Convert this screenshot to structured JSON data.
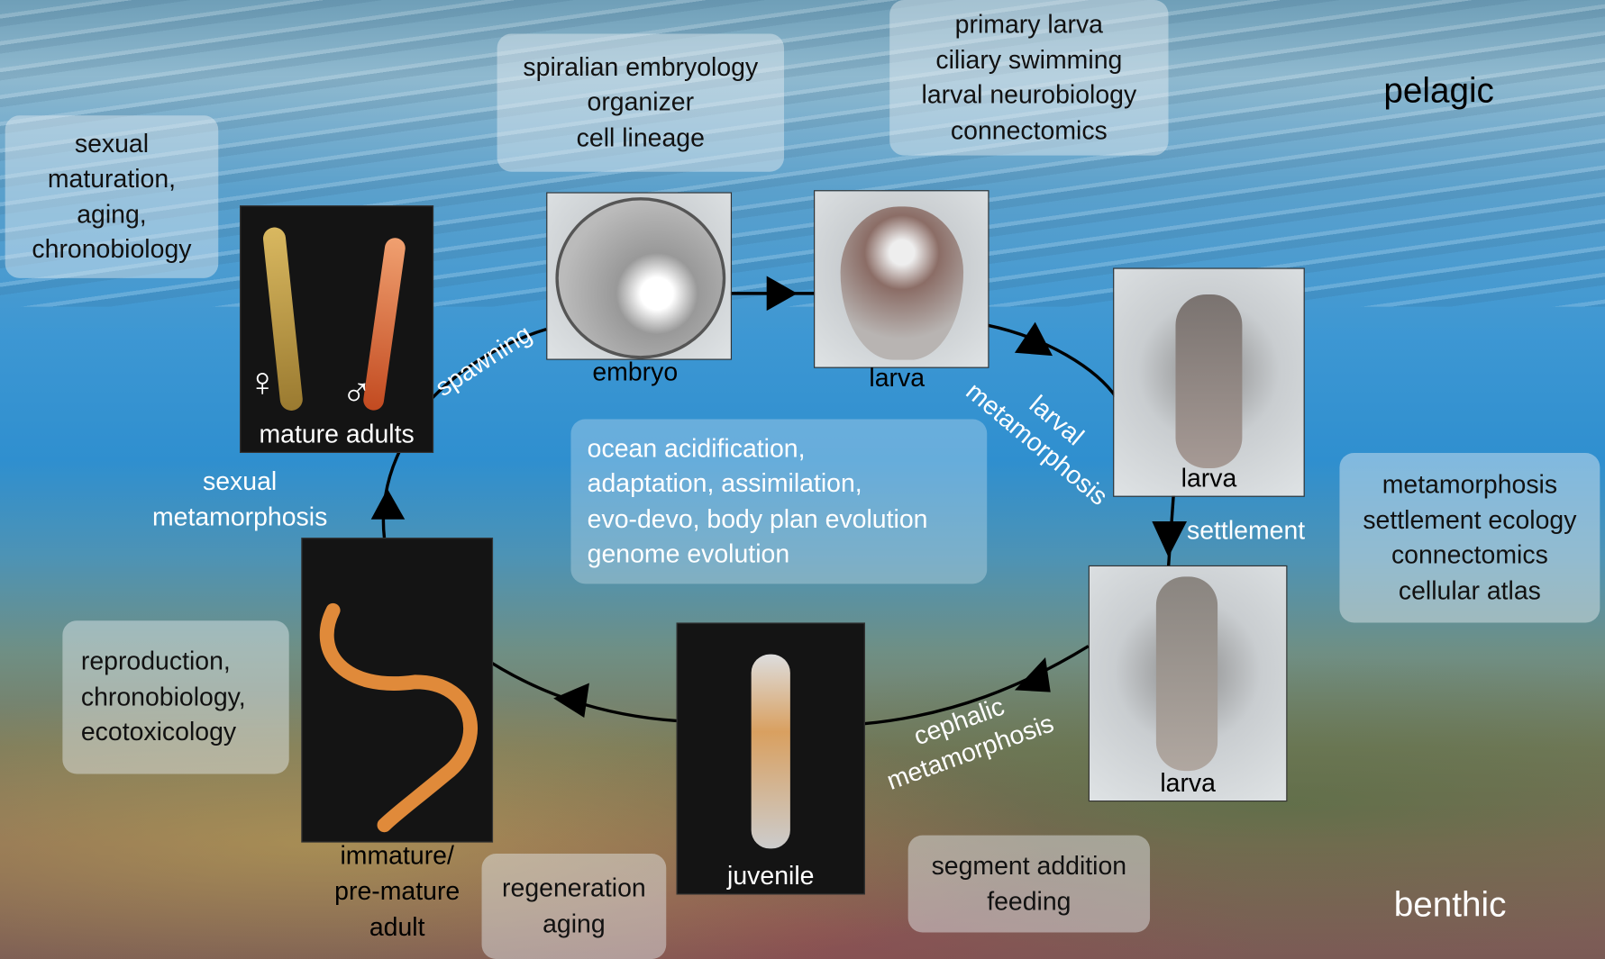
{
  "zones": {
    "top": "pelagic",
    "bottom": "benthic"
  },
  "research_boxes": {
    "sexual_maturation": [
      "sexual",
      "maturation,",
      "aging,",
      "chronobiology"
    ],
    "embryology": [
      "spiralian embryology",
      "organizer",
      "cell lineage"
    ],
    "primary_larva": [
      "primary larva",
      "ciliary swimming",
      "larval neurobiology",
      "connectomics"
    ],
    "ocean": [
      "ocean acidification,",
      "adaptation, assimilation,",
      "evo-devo, body plan evolution",
      "genome evolution"
    ],
    "metamorphosis": [
      "metamorphosis",
      "settlement ecology",
      "connectomics",
      "cellular atlas"
    ],
    "segment": [
      "segment addition",
      "feeding"
    ],
    "regeneration": [
      "regeneration",
      "aging"
    ],
    "reproduction": [
      "reproduction,",
      "chronobiology,",
      "ecotoxicology"
    ]
  },
  "stages": {
    "mature_adults": "mature adults",
    "female_symbol": "♀",
    "male_symbol": "♂",
    "embryo": "embryo",
    "larva1": "larva",
    "larva2": "larva",
    "larva3": "larva",
    "juvenile": "juvenile",
    "immature": [
      "immature/",
      "pre-mature",
      "adult"
    ]
  },
  "transitions": {
    "spawning": "spawning",
    "larval_meta": [
      "larval",
      "metamorphosis"
    ],
    "settlement": "settlement",
    "cephalic_meta": [
      "cephalic",
      "metamorphosis"
    ],
    "sexual_meta": [
      "sexual",
      "metamorphosis"
    ]
  }
}
